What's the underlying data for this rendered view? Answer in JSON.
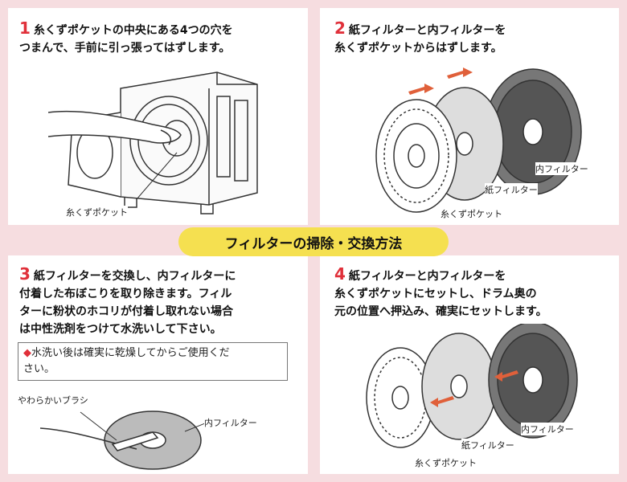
{
  "title": "フィルターの掃除・交換方法",
  "steps": [
    {
      "num": "1",
      "text_line1": "糸くずポケットの中央にある4つの穴を",
      "text_line2": "つまんで、手前に引っ張ってはずします。",
      "labels": [
        "糸くずポケット"
      ]
    },
    {
      "num": "2",
      "text_line1": "紙フィルターと内フィルターを",
      "text_line2": "糸くずポケットからはずします。",
      "labels": [
        "内フィルター",
        "紙フィルター",
        "糸くずポケット"
      ]
    },
    {
      "num": "3",
      "text_line1": "紙フィルターを交換し、内フィルターに",
      "text_line2": "付着した布ぼこりを取り除きます。フィル",
      "text_line3": "ターに粉状のホコリが付着し取れない場合",
      "text_line4": "は中性洗剤をつけて水洗いして下さい。",
      "note_line1": "水洗い後は確実に乾燥してからご使用くだ",
      "note_line2": "さい。",
      "labels": [
        "やわらかいブラシ",
        "内フィルター"
      ]
    },
    {
      "num": "4",
      "text_line1": "紙フィルターと内フィルターを",
      "text_line2": "糸くずポケットにセットし、ドラム奥の",
      "text_line3": "元の位置へ押込み、確実にセットします。",
      "labels": [
        "内フィルター",
        "紙フィルター",
        "糸くずポケット"
      ]
    }
  ],
  "colors": {
    "background": "#f6dde0",
    "panel": "#ffffff",
    "title_band": "#f5e050",
    "accent_red": "#e0303a"
  }
}
